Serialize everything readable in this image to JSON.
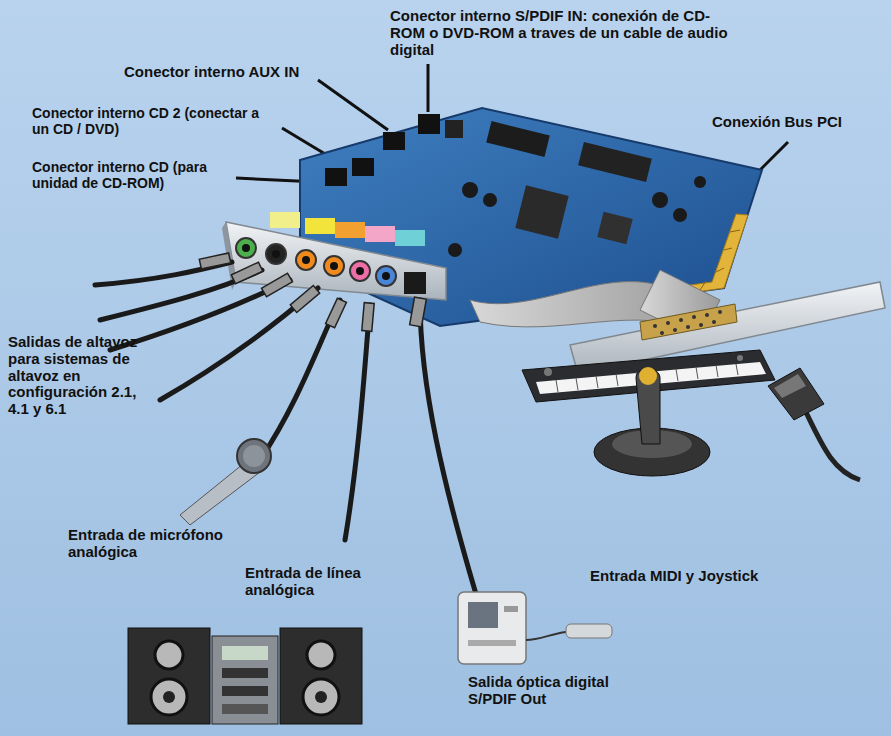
{
  "diagram": {
    "labels": [
      "Conector interno S/PDIF IN: conexión de CD-ROM o DVD-ROM a traves de un cable de audio digital",
      "Conector interno AUX IN",
      "Conexión Bus PCI",
      "Conector interno CD 2 (conectar a un CD / DVD)",
      "Conector interno CD (para unidad de CD-ROM)",
      "Salidas de altavoz para sistemas de altavoz en configuración 2.1, 4.1 y 6.1",
      "Entrada de micrófono analógica",
      "Entrada MIDI y Joystick",
      "Entrada de línea analógica",
      "Salida óptica digital S/PDIF Out"
    ]
  }
}
